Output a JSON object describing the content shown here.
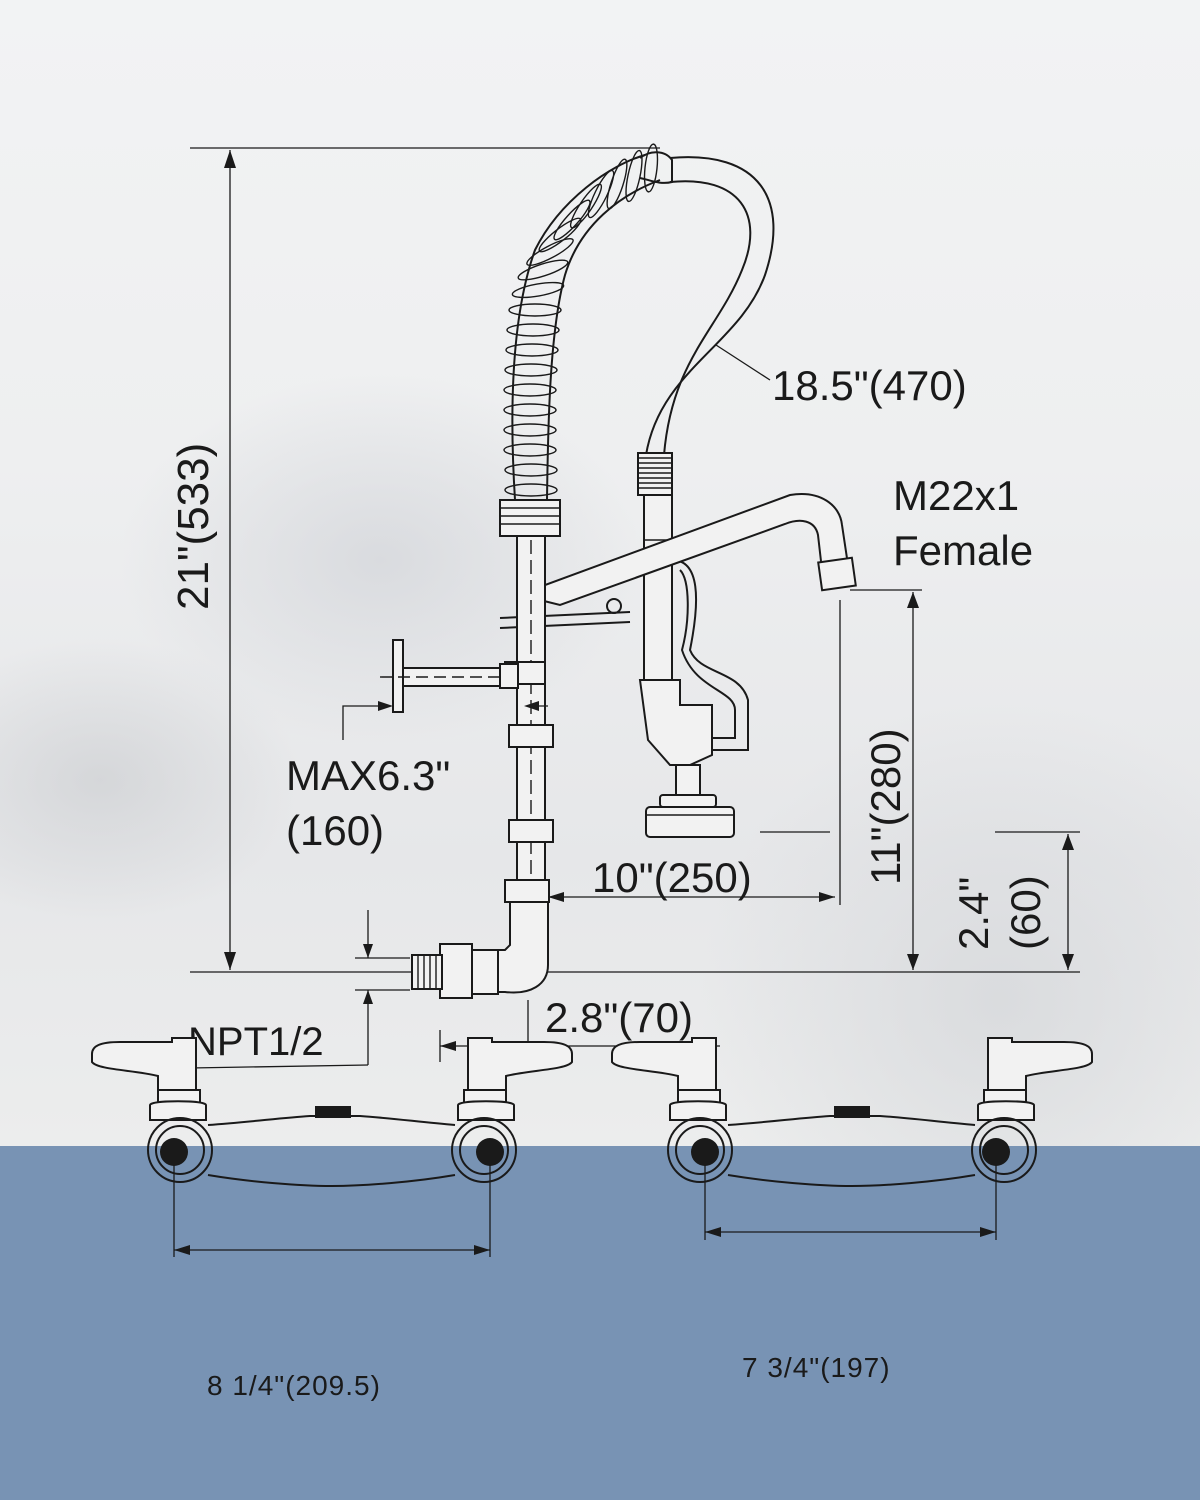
{
  "diagram": {
    "labels": {
      "total_height": "21\"(533)",
      "hose_length": "18.5\"(470)",
      "spout_thread_line1": "M22x1",
      "spout_thread_line2": "Female",
      "max_extension_line1": "MAX6.3\"",
      "max_extension_line2": "(160)",
      "spout_reach": "10\"(250)",
      "spout_height": "11\"(280)",
      "spray_height_line1": "2.4\"",
      "spray_height_line2": "(60)",
      "inlet_thread": "NPT1/2",
      "inlet_offset": "2.8\"(70)"
    },
    "faucet_bases": [
      {
        "spacing_label": "8 1/4\"(209.5)"
      },
      {
        "spacing_label": "7 3/4\"(197)"
      }
    ]
  },
  "colors": {
    "background_top": "#eceef0",
    "background_bottom": "#7893b4",
    "line": "#1a1a1a"
  }
}
